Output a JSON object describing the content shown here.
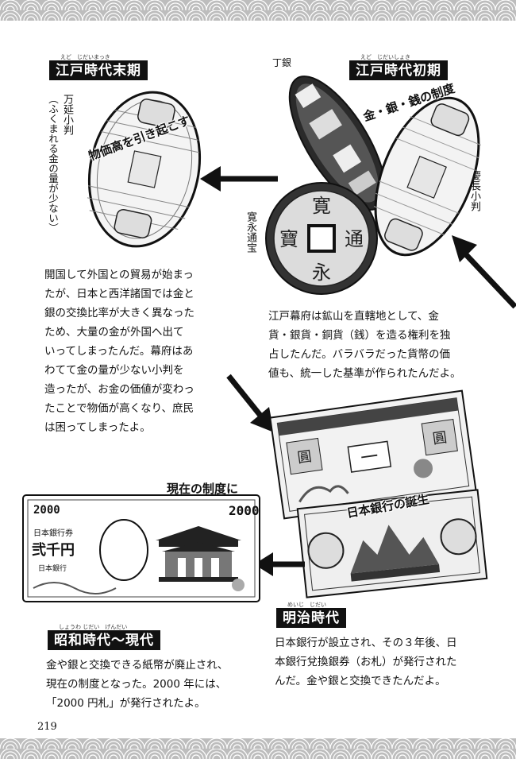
{
  "page": {
    "number": "219"
  },
  "eras": {
    "late_edo": {
      "label": "江戸時代末期",
      "ruby": "えど　じだいまっき",
      "coin_name": "万延小判",
      "coin_note": "（ふくまれる金の量が少ない）",
      "banner": "物価高を引き起こす",
      "caption": [
        "開国して外国との貿易が始まっ",
        "たが、日本と西洋諸国では金と",
        "銀の交換比率が大きく異なった",
        "ため、大量の金が外国へ出て",
        "いってしまったんだ。幕府はあ",
        "わてて金の量が少ない小判を",
        "造ったが、お金の価値が変わっ",
        "たことで物価が高くなり、庶民",
        "は困ってしまったよ。"
      ]
    },
    "early_edo": {
      "label": "江戸時代初期",
      "ruby": "えど　じだいしょき",
      "banner": "金・銀・銭の制度",
      "coin_chogin": "丁銀",
      "coin_keicho": "慶長小判",
      "coin_kanei": "寛永通宝",
      "caption": [
        "江戸幕府は鉱山を直轄地として、金",
        "貨・銀貨・銅貨（銭）を造る権利を独",
        "占したんだ。バラバラだった貨幣の価",
        "値も、統一した基準が作られたんだよ。"
      ]
    },
    "meiji": {
      "label": "明治時代",
      "ruby": "めいじ　じだい",
      "banner": "日本銀行の誕生",
      "caption": [
        "日本銀行が設立され、その３年後、日",
        "本銀行兌換銀券（お札）が発行された",
        "んだ。金や銀と交換できたんだよ。"
      ]
    },
    "showa": {
      "label": "昭和時代〜現代",
      "ruby": "しょうわ じだい　げんだい",
      "banner": "現在の制度に",
      "caption": [
        "金や銀と交換できる紙幣が廃止され、",
        "現在の制度となった。2000 年には、",
        "「2000 円札」が発行されたよ。"
      ]
    }
  },
  "illustrations": {
    "kanei_chars": [
      "寛",
      "永",
      "通",
      "寶"
    ],
    "note_2000": {
      "denomination_left": "2000",
      "denomination_right": "2000",
      "bank_label": "日本銀行券",
      "amount": "弐千円",
      "bank_name": "日本銀行"
    },
    "meiji_note_chars": [
      "圓",
      "一"
    ]
  }
}
